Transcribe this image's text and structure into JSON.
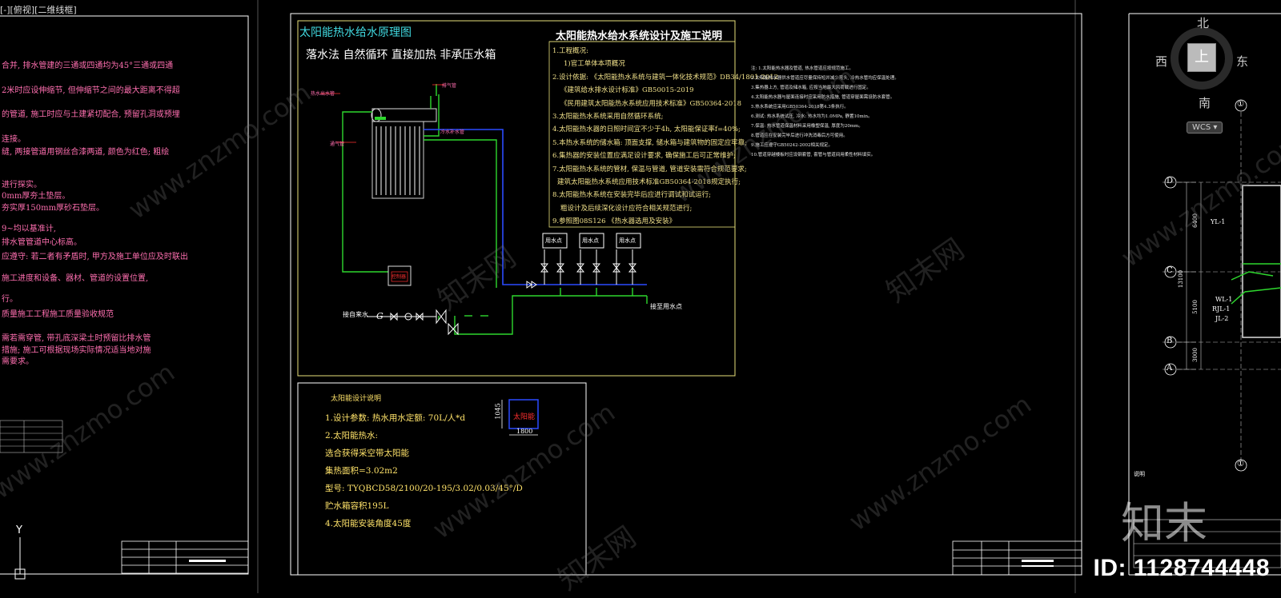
{
  "viewport": {
    "label": "[-][俯视][二维线框]"
  },
  "left_notes": {
    "lines": [
      "合并, 排水管建的三通或四通均为45°三通或四通",
      "2米时应设伸缩节, 但伸缩节之间的最大距离不得超",
      "的管道, 施工时应与土建紧切配合, 预留孔洞或预埋",
      "连接。",
      "缝, 两接管道用钢丝合漆两道, 颜色为红色; 粗绘",
      "进行探实。",
      "0mm厚夯土垫层。",
      "夯实厚150mm厚砂石垫层。",
      "9~均以基准计,",
      "排水管管道中心标高。",
      "应遵守: 若二者有矛盾时, 甲方及施工单位应及时联出",
      "施工进度和设备、器材、管道的设置位置,",
      "行。",
      "质量施工工程施工质量验收规范",
      "需若需穿管, 带孔底深梁土时预留比排水管",
      "措施; 施工可根据现场实际情况适当地对施",
      "需要求。"
    ]
  },
  "sheet_main": {
    "schematic_title": "太阳能热水给水原理图",
    "subtitle": "落水法 自然循环 直接加热 非承压水箱",
    "design_title": "太阳能热水给水系统设计及施工说明",
    "spec_lines": [
      "1.工程概况:",
      "1)官工单体本项概况",
      "2.设计依据: 《太阳能热水系统与建筑一体化技术规范》DB34/1801-2012",
      "《建筑给水排水设计标准》GB50015-2019",
      "《民用建筑太阳能热水系统应用技术标准》GB50364-2018",
      "3.太阳能热水系统采用自然循环系统;",
      "4.太阳能热水器的日照时间宜不少于4h, 太阳能保证率f=40%;",
      "5.本热水系统的储水箱: 顶面支撑, 储水箱与建筑物的固定应牢靠;",
      "6.集热器的安装位置应满足设计要求, 确保施工后可正常维护;",
      "7.太阳能热水系统的管材, 保温与管道, 管道安装需符合规范要求;",
      "建筑太阳能热水系统应用技术标准GB50364-2018规定执行;",
      "8.太阳能热水系统在安装完毕后应进行调试和试运行;",
      "粗设计及后续深化设计应符合相关规范进行;",
      "9.参照图08S126 《热水器选用及安装》"
    ],
    "labels": {
      "water_supply": "接自来水",
      "to_use": "接至用水点",
      "meter": "G",
      "tank_small": "控制器",
      "user_a": "用水点",
      "user_b": "用水点",
      "user_c": "用水点",
      "pipe_label_left": "热水出水管",
      "pipe_label_mid": "冷水补水管",
      "pipe_label_right": "排气管",
      "vent": "通气管"
    },
    "solar_notes_title": "太阳能设计说明",
    "solar_notes": [
      "1.设计参数: 热水用水定额: 70L/人*d",
      "2.太阳能热水:",
      "选合获得采空带太阳能",
      "集热面积=3.02m2",
      "型号: TYQBCD58/2100/20-195/3.02/0.03/45°/D",
      "贮水箱容积195L",
      "4.太阳能安装角度45度"
    ],
    "solar_label": "太阳能",
    "dim_width": "1800",
    "dim_height": "1045"
  },
  "right_notes": {
    "lines": [
      "注: 1.太阳能热水器及管道, 热水管道应按规范施工。",
      "2.太阳能热水器供水管道应尽量保持短并减少弯头, 冷热水管均应保温处理。",
      "3.集热器上方, 管道及储水箱, 应按当地最大风荷载进行固定。",
      "4.太阳能热水器与屋面连接时应采用防水措施, 管道穿屋面需设防水套管。",
      "5.热水系统应采用GB50364-2018第4.3条执行。",
      "6.测试: 热水系统试压, 冷水: 热水均为1.0MPa, 静置10min。",
      "7.保温: 热水管道保温材料采用橡塑保温, 厚度为20mm。",
      "8.管道应在安装完毕后进行冲洗消毒后方可使用。",
      "9.施工应遵守GB50242-2002相关规定。",
      "10.管道穿越楼板时应设钢套管, 套管与管道间用柔性材料填实。"
    ]
  },
  "right_sheet": {
    "axes": [
      "D",
      "C",
      "B",
      "A"
    ],
    "axis_numbers": [
      "①",
      "①"
    ],
    "dims": [
      "6400",
      "13100",
      "5100",
      "3000"
    ],
    "pipe_labels": [
      "YL-1",
      "WL-1",
      "RJL-1",
      "JL-2"
    ],
    "bottom_note_title": "说明"
  },
  "compass": {
    "north": "北",
    "south": "南",
    "east": "东",
    "west": "西",
    "center": "上",
    "wcs": "WCS"
  },
  "ucs": {
    "y": "Y"
  },
  "watermark": {
    "text": "www.znzmo.com",
    "text_cn": "知末网",
    "logo": "知末"
  },
  "id_label": "ID: 1128744448",
  "colors": {
    "background": "#000000",
    "frame": "#ffffff",
    "table": "#e8e07a",
    "pipe_green": "#2ed82e",
    "pipe_blue": "#2a4bff",
    "accent_red": "#ff3030",
    "text_pink": "#ff6fb0",
    "text_cyan": "#41d9e0"
  }
}
